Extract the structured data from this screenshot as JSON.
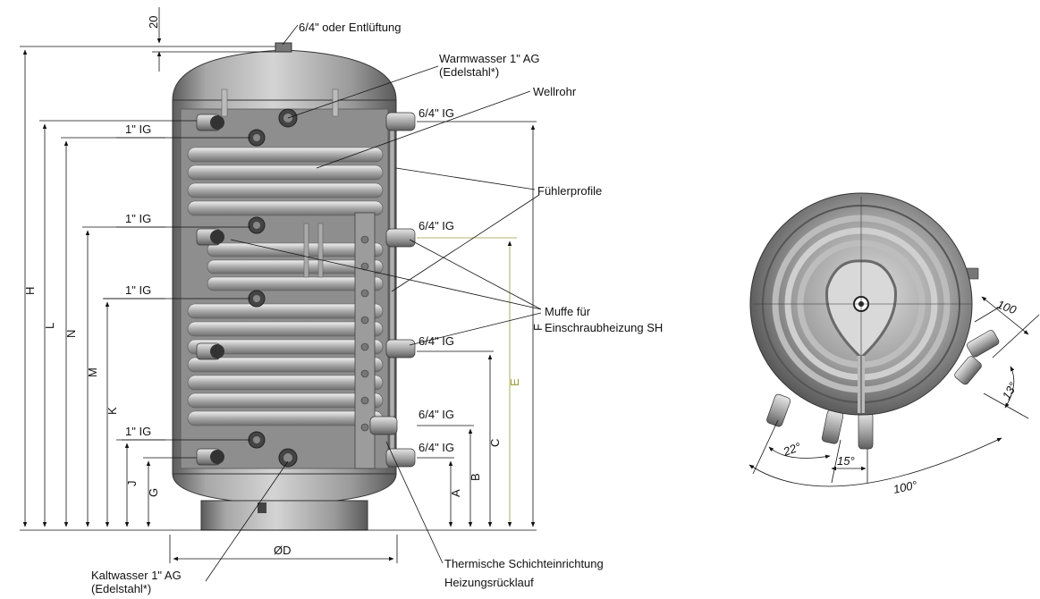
{
  "labels": {
    "top_connection": "6/4\" oder Entlüftung",
    "dim_20": "20",
    "warmwasser_line1": "Warmwasser 1\" AG",
    "warmwasser_line2": "(Edelstahl*)",
    "wellrohr": "Wellrohr",
    "fuehlerprofile": "Fühlerprofile",
    "muffe_line1": "Muffe für",
    "muffe_line2": "Einschraubheizung SH",
    "kaltwasser_line1": "Kaltwasser 1\" AG",
    "kaltwasser_line2": "(Edelstahl*)",
    "thermische_line1": "Thermische Schichteinrichtung",
    "thermische_line2": "Heizungsrücklauf",
    "ig_1_a": "1\" IG",
    "ig_1_b": "1\" IG",
    "ig_1_c": "1\" IG",
    "ig_1_d": "1\" IG",
    "ig_64_a": "6/4\" IG",
    "ig_64_b": "6/4\" IG",
    "ig_64_c": "6/4\" IG",
    "ig_64_d": "6/4\" IG",
    "ig_64_e": "6/4\" IG"
  },
  "dimensions": {
    "H": "H",
    "L": "L",
    "N": "N",
    "M": "M",
    "K": "K",
    "J": "J",
    "G": "G",
    "A": "A",
    "B": "B",
    "C": "C",
    "E": "E",
    "F": "F",
    "D": "ØD"
  },
  "top_view": {
    "d100_right": "100",
    "a13": "13°",
    "a22": "22°",
    "a15": "15°",
    "a100_bottom": "100°"
  },
  "colors": {
    "tank_metal": "#8c8c8c",
    "tank_dark": "#4a4a4a",
    "dimension_line": "#111111",
    "dimension_e": "#9a9a3a"
  }
}
